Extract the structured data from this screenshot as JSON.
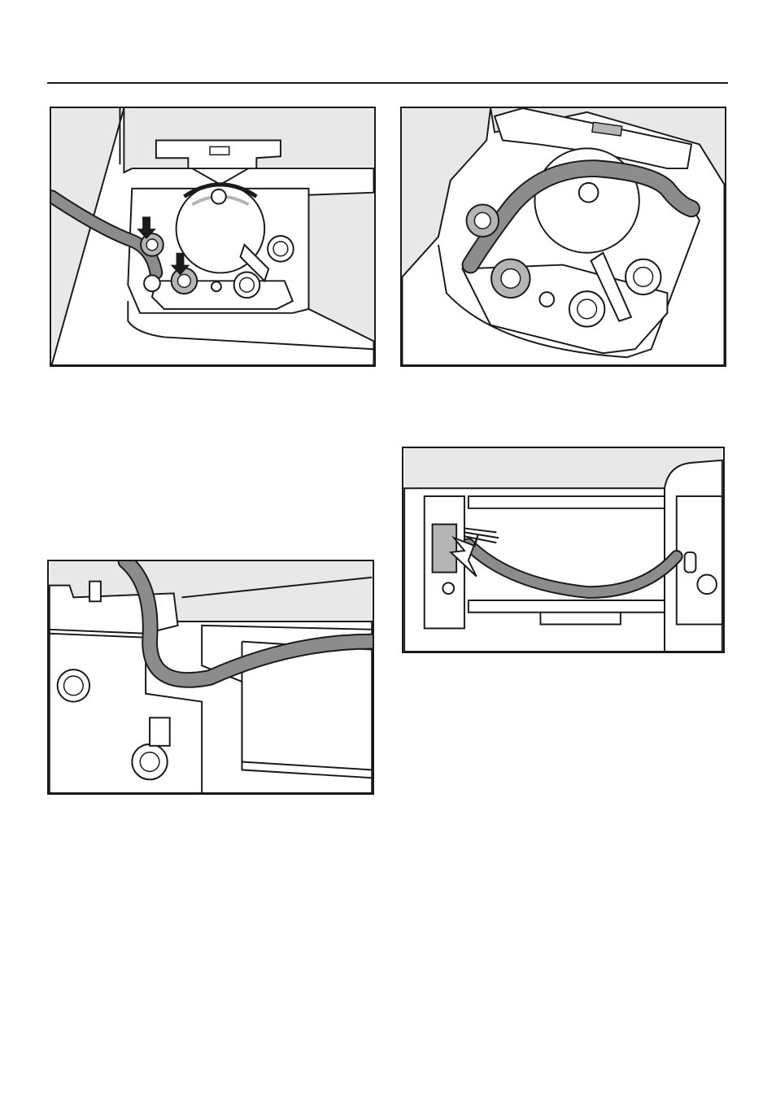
{
  "page": {
    "figures": [
      {
        "id": "fig1",
        "content": [
          "cable",
          "hinge-cover",
          "screw",
          "screw",
          "arrow-down",
          "arrow-down"
        ]
      },
      {
        "id": "fig2",
        "content": [
          "cable",
          "hinge-cover",
          "screw",
          "screw"
        ]
      },
      {
        "id": "fig3",
        "content": [
          "cable",
          "hinge-bracket",
          "screw",
          "screw"
        ]
      },
      {
        "id": "fig4",
        "content": [
          "cable",
          "connector-plug",
          "arrow-diagonal",
          "screw"
        ]
      }
    ]
  },
  "colors": {
    "line": "#1a1a1a",
    "cable": "#8c8c8c",
    "panel_gray": "#e8e8e8",
    "mid_gray": "#b5b5b5"
  }
}
